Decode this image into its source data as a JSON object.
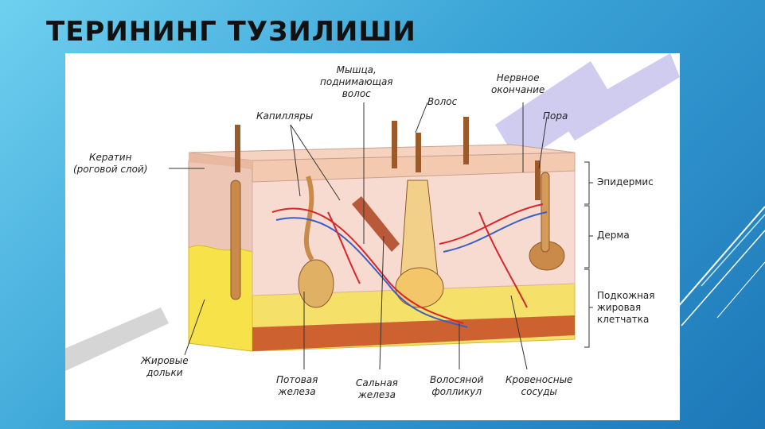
{
  "slide": {
    "title": "ТЕРИНИНГ ТУЗИЛИШИ"
  },
  "diagram": {
    "labels": {
      "muscle_line1": "Мышца,",
      "muscle_line2": "поднимающая",
      "muscle_line3": "волос",
      "hair": "Волос",
      "nerve_line1": "Нервное",
      "nerve_line2": "окончание",
      "capillaries": "Капилляры",
      "pore": "Пора",
      "keratin_line1": "Кератин",
      "keratin_line2": "(роговой слой)",
      "epidermis": "Эпидермис",
      "dermis": "Дерма",
      "subcut_line1": "Подкожная",
      "subcut_line2": "жировая",
      "subcut_line3": "клетчатка",
      "fat_line1": "Жировые",
      "fat_line2": "дольки",
      "sweat_line1": "Потовая",
      "sweat_line2": "железа",
      "sebaceous_line1": "Сальная",
      "sebaceous_line2": "железа",
      "follicle_line1": "Волосяной",
      "follicle_line2": "фолликул",
      "vessels_line1": "Кровеносные",
      "vessels_line2": "сосуды"
    }
  },
  "colors": {
    "epidermis": "#f3c9b0",
    "dermis": "#f7d9cf",
    "fat": "#f7e24a",
    "artery": "#d9262a",
    "vein": "#3a5fc4",
    "hair": "#9b5a2a"
  }
}
